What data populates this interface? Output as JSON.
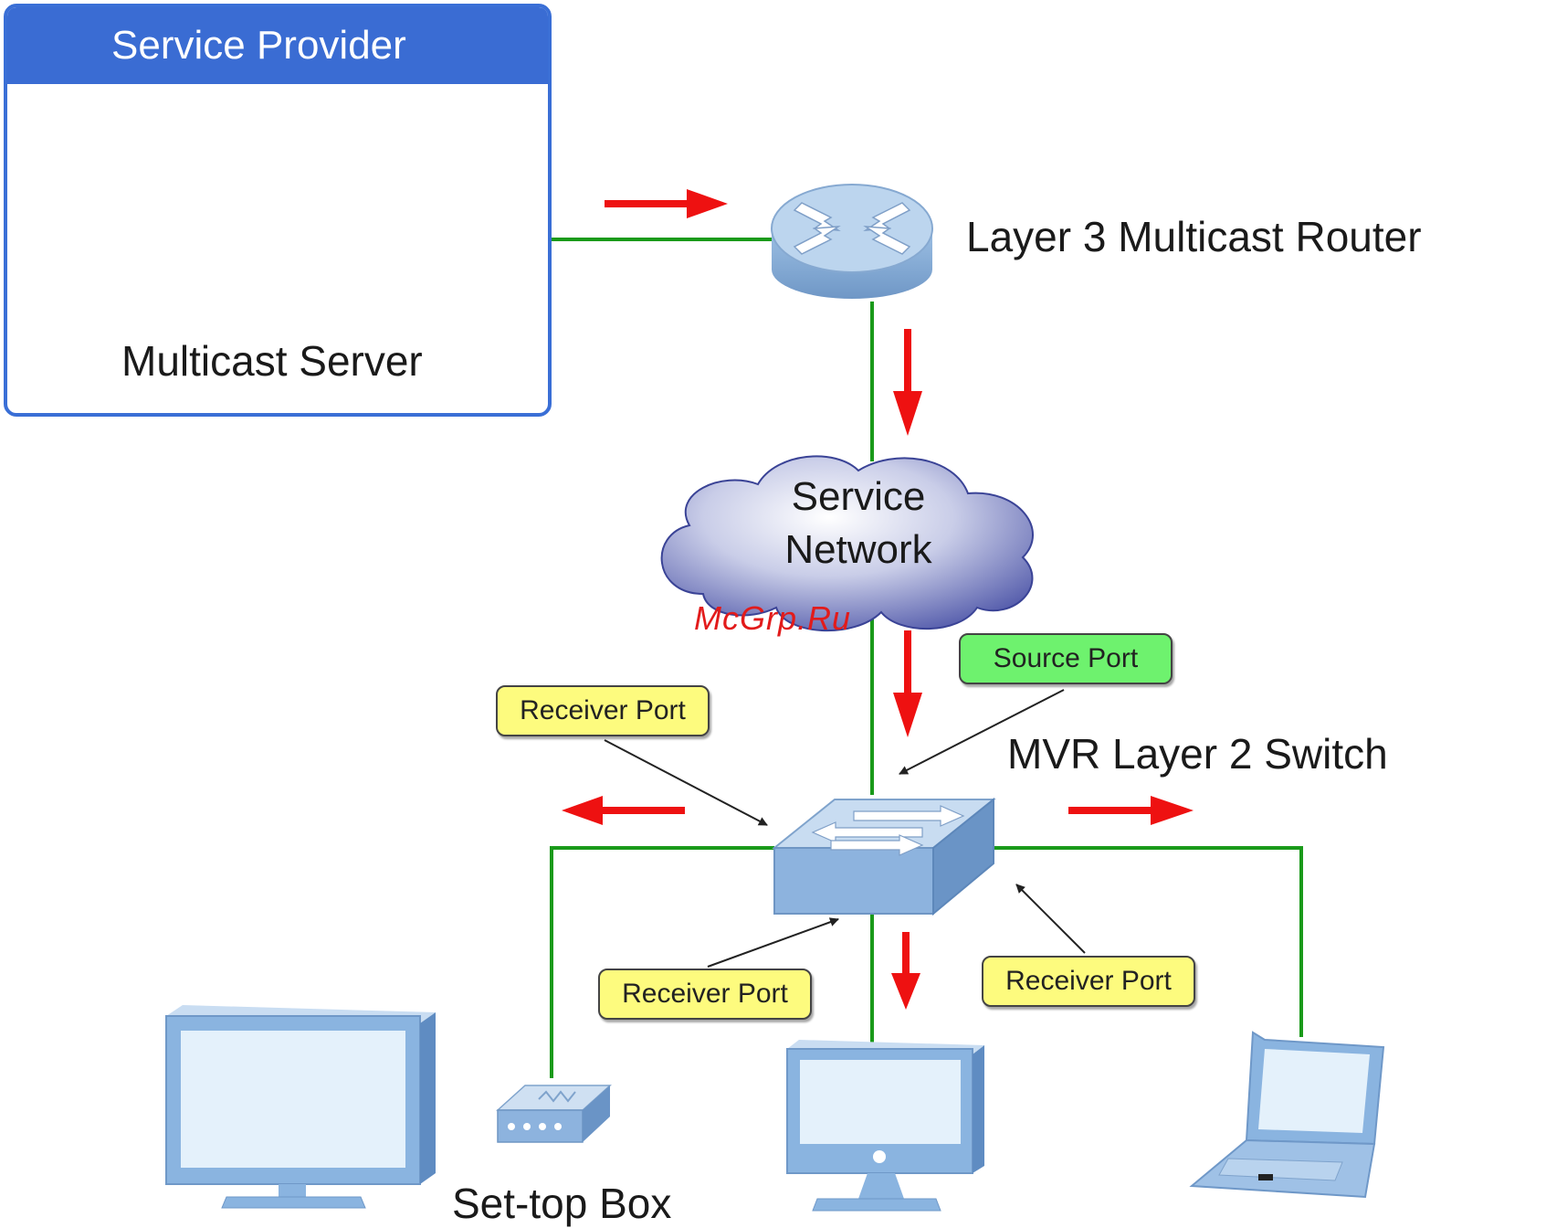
{
  "service_provider": {
    "title": "Service Provider"
  },
  "labels": {
    "multicast_server": "Multicast Server",
    "router": "Layer 3 Multicast Router",
    "service_network": "Service Network",
    "switch": "MVR Layer 2 Switch",
    "settop_box": "Set-top Box"
  },
  "watermark": "McGrp.Ru",
  "port_tags": {
    "source": "Source Port",
    "receiver_top_left": "Receiver Port",
    "receiver_bottom_left": "Receiver Port",
    "receiver_bottom_right": "Receiver Port"
  },
  "colors": {
    "link": "#1a9a1a",
    "flow_arrow": "#ee1111",
    "header": "#3a6cd3",
    "device_blue": "#8fb6e0",
    "receiver_tag": "#fdfb7e",
    "source_tag": "#6ef26e"
  },
  "icons": [
    "server-rack-icon",
    "router-icon",
    "cloud-icon",
    "switch-icon",
    "tv-monitor-icon",
    "set-top-box-icon",
    "imac-icon",
    "laptop-icon"
  ]
}
